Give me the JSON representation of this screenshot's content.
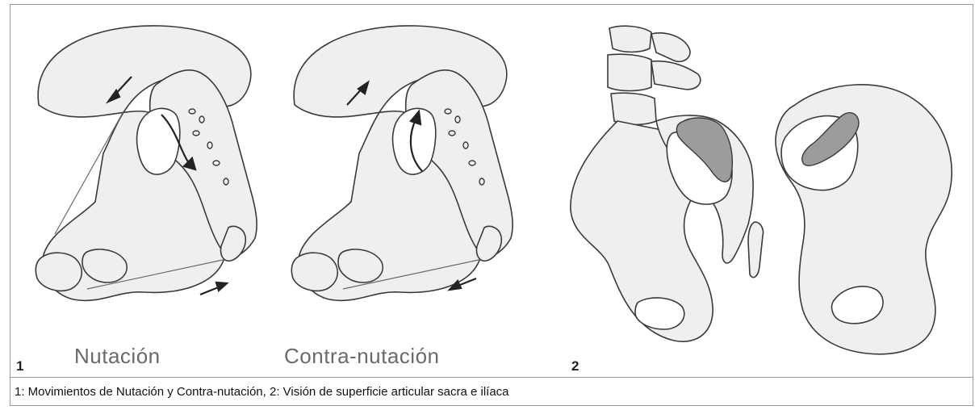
{
  "figure": {
    "label_nutation": "Nutación",
    "label_counter_nutation": "Contra-nutación",
    "panel_1_number": "1",
    "panel_2_number": "2",
    "caption": "1: Movimientos de Nutación y Contra-nutación, 2: Visión de superficie articular sacra e ilíaca"
  },
  "colors": {
    "bone_fill": "#efefef",
    "bone_stroke": "#3a3a3a",
    "articular_surface": "#9c9c9c",
    "border": "#9a9a9a"
  }
}
